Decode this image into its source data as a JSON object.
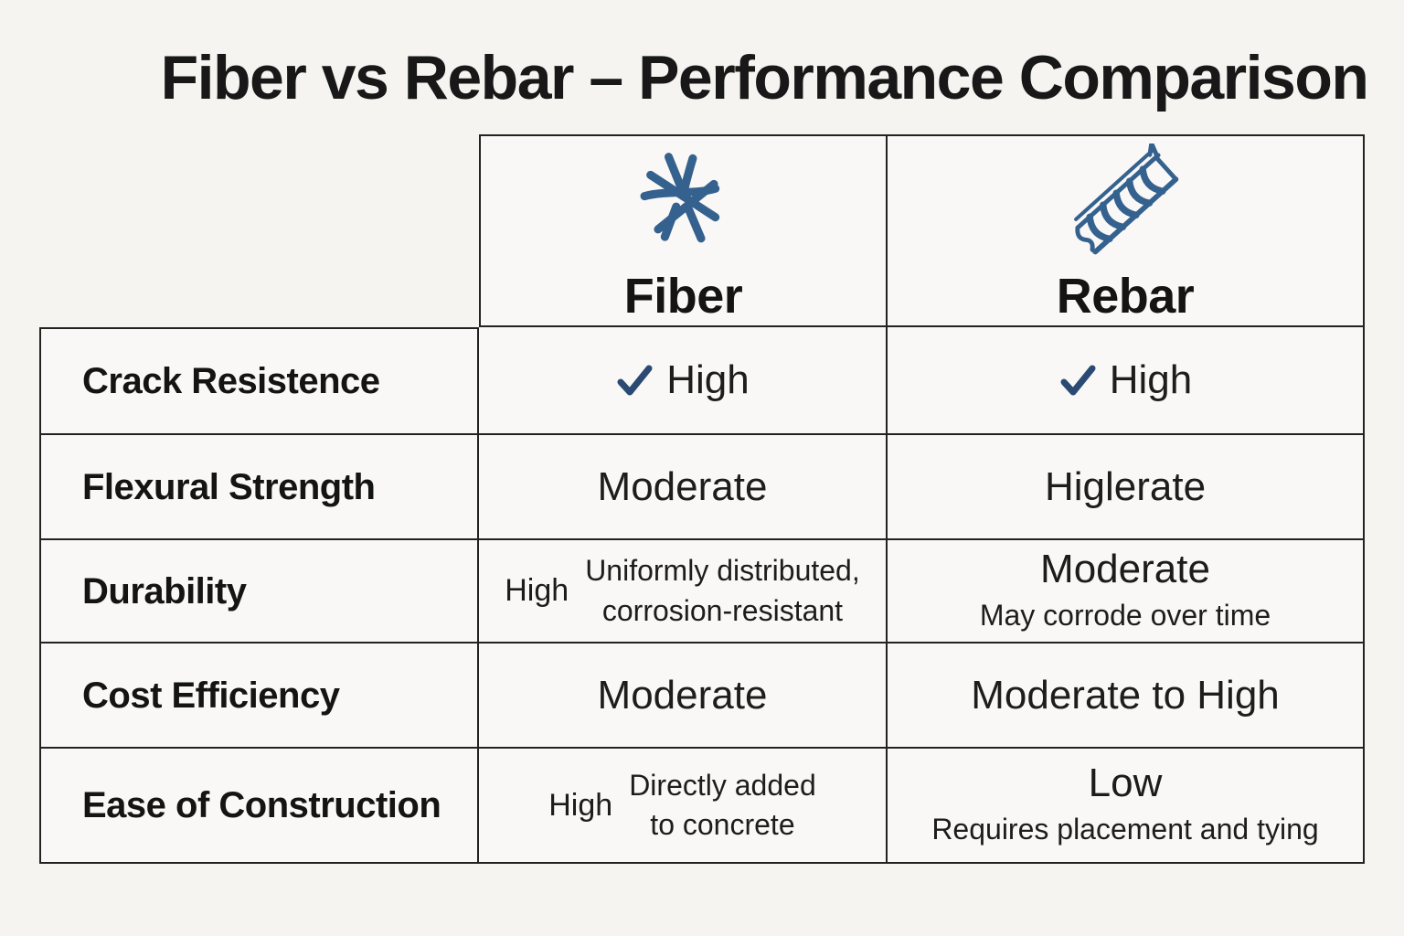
{
  "page": {
    "title": "Fiber vs Rebar – Performance Comparison"
  },
  "colors": {
    "background": "#f5f4f1",
    "cell_background": "#f9f8f6",
    "border": "#222222",
    "icon_blue": "#35618f",
    "check_blue": "#2a4a73",
    "text": "#1c1c1c"
  },
  "icons": {
    "fiber_header": "fiber-strands-icon",
    "rebar_header": "ribbed-bar-icon",
    "cell_check": "checkmark-icon",
    "check_glyph": "✓"
  },
  "table": {
    "columns": [
      {
        "id": "fiber",
        "label": "Fiber"
      },
      {
        "id": "rebar",
        "label": "Rebar"
      }
    ],
    "rows": [
      {
        "label": "Crack Resistence",
        "fiber": {
          "value": "High",
          "checked": true
        },
        "rebar": {
          "value": "High",
          "checked": true
        }
      },
      {
        "label": "Flexural Strength",
        "fiber": {
          "value": "Moderate"
        },
        "rebar": {
          "value": "Higlerate"
        }
      },
      {
        "label": "Durability",
        "fiber": {
          "value": "High",
          "note_lines": [
            "Uniformly distributed,",
            "corrosion-resistant"
          ]
        },
        "rebar": {
          "value": "Moderate",
          "note_lines": [
            "May corrode over time"
          ]
        }
      },
      {
        "label": "Cost Efficiency",
        "fiber": {
          "value": "Moderate"
        },
        "rebar": {
          "value": "Moderate to High"
        }
      },
      {
        "label": "Ease of Construction",
        "fiber": {
          "value": "High",
          "note_lines": [
            "Directly added",
            "to concrete"
          ]
        },
        "rebar": {
          "value": "Low",
          "note_lines": [
            "Requires placement and tying"
          ]
        }
      }
    ]
  },
  "chart_data": {
    "type": "table",
    "title": "Fiber vs Rebar – Performance Comparison",
    "columns": [
      "",
      "Fiber",
      "Rebar"
    ],
    "rows": [
      [
        "Crack Resistence",
        "✓ High",
        "✓ High"
      ],
      [
        "Flexural Strength",
        "Moderate",
        "Higlerate"
      ],
      [
        "Durability",
        "High — Uniformly distributed, corrosion-resistant",
        "Moderate — May corrode over time"
      ],
      [
        "Cost Efficiency",
        "Moderate",
        "Moderate to High"
      ],
      [
        "Ease of Construction",
        "High — Directly added to concrete",
        "Low — Requires placement and tying"
      ]
    ],
    "legend_position": "none",
    "grid": true
  }
}
